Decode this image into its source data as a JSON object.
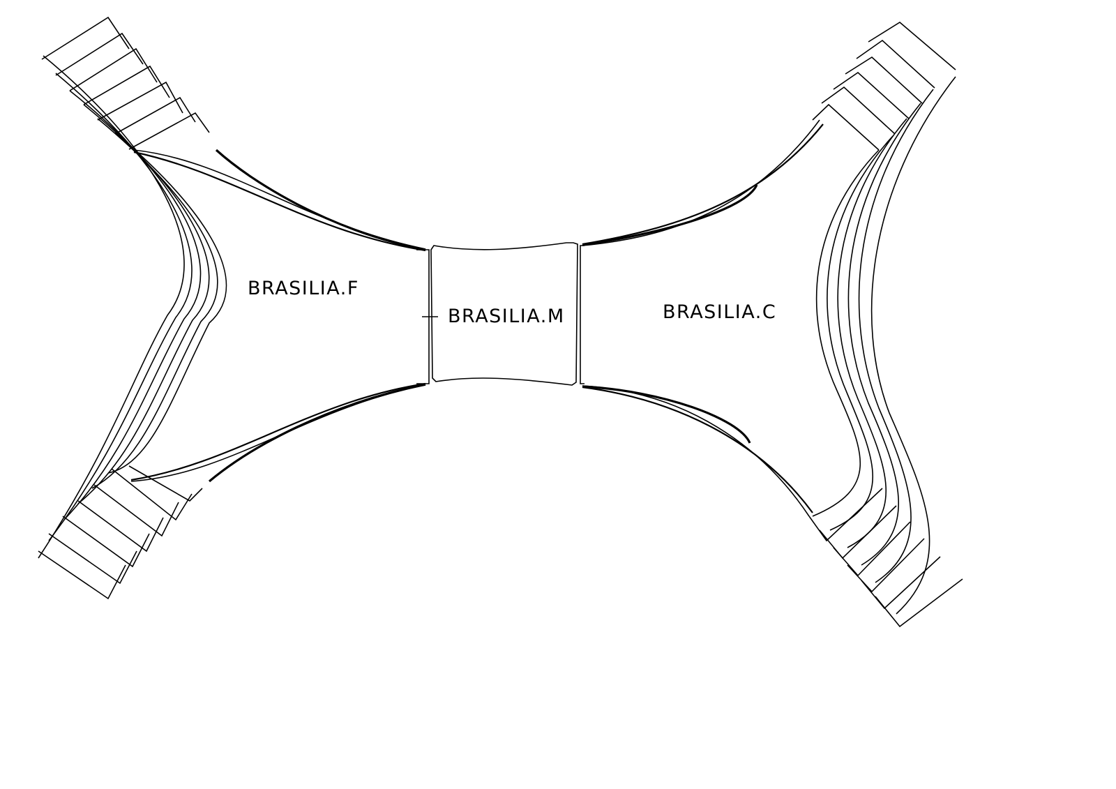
{
  "drawing": {
    "background_color": "#ffffff",
    "line_color": "#000000"
  },
  "parts": [
    {
      "id": "f",
      "label": "BRASILIA.F"
    },
    {
      "id": "m",
      "label": "BRASILIA.M"
    },
    {
      "id": "c",
      "label": "BRASILIA.C"
    }
  ]
}
